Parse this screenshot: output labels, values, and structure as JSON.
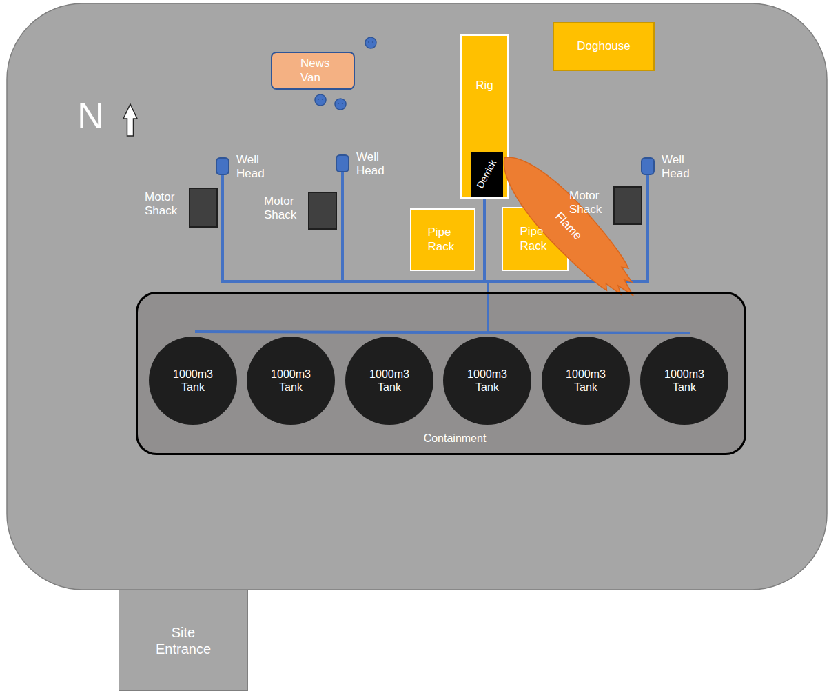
{
  "diagram": {
    "nodes": [
      {
        "text": [
          "News Van"
        ]
      },
      {
        "text": [
          "Rig"
        ]
      },
      {
        "text": [
          "Derrick"
        ],
        "in": 1
      },
      {
        "text": [
          "Doghouse"
        ]
      },
      {
        "text": [
          "Well Head"
        ]
      },
      {
        "text": [
          "Well Head"
        ]
      },
      {
        "text": [
          "Well Head"
        ]
      },
      {
        "text": [
          "Motor Shack"
        ]
      },
      {
        "text": [
          "Motor Shack"
        ]
      },
      {
        "text": [
          "Motor Shack"
        ]
      },
      {
        "text": [
          "Pipe Rack"
        ]
      },
      {
        "text": [
          "Pipe Rack"
        ]
      },
      {
        "text": [
          "Flame"
        ]
      },
      {
        "text": [
          "Containment"
        ]
      },
      {
        "text": [
          "1000m3 Tank"
        ],
        "in": 13
      },
      {
        "text": [
          "1000m3 Tank"
        ],
        "in": 13
      },
      {
        "text": [
          "1000m3 Tank"
        ],
        "in": 13
      },
      {
        "text": [
          "1000m3 Tank"
        ],
        "in": 13
      },
      {
        "text": [
          "1000m3 Tank"
        ],
        "in": 13
      },
      {
        "text": [
          "1000m3 Tank"
        ],
        "in": 13
      },
      {
        "text": [
          "Site Entrance"
        ]
      }
    ],
    "edges": [
      {
        "from": 4,
        "to": 13,
        "arrow": "none"
      },
      {
        "from": 5,
        "to": 13,
        "arrow": "none"
      },
      {
        "from": 1,
        "to": 13,
        "arrow": "none"
      },
      {
        "from": 6,
        "to": 13,
        "arrow": "none"
      }
    ],
    "labels": [
      "N"
    ]
  }
}
